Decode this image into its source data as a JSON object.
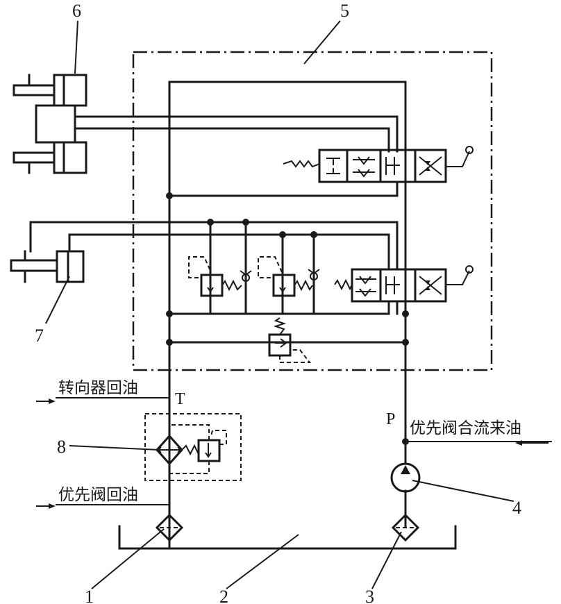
{
  "labels": {
    "n1": "1",
    "n2": "2",
    "n3": "3",
    "n4": "4",
    "n5": "5",
    "n6": "6",
    "n7": "7",
    "n8": "8",
    "port_t": "T",
    "port_p": "P",
    "steering_return": "转向器回油",
    "priority_merge": "优先阀合流来油",
    "priority_return": "优先阀回油"
  }
}
